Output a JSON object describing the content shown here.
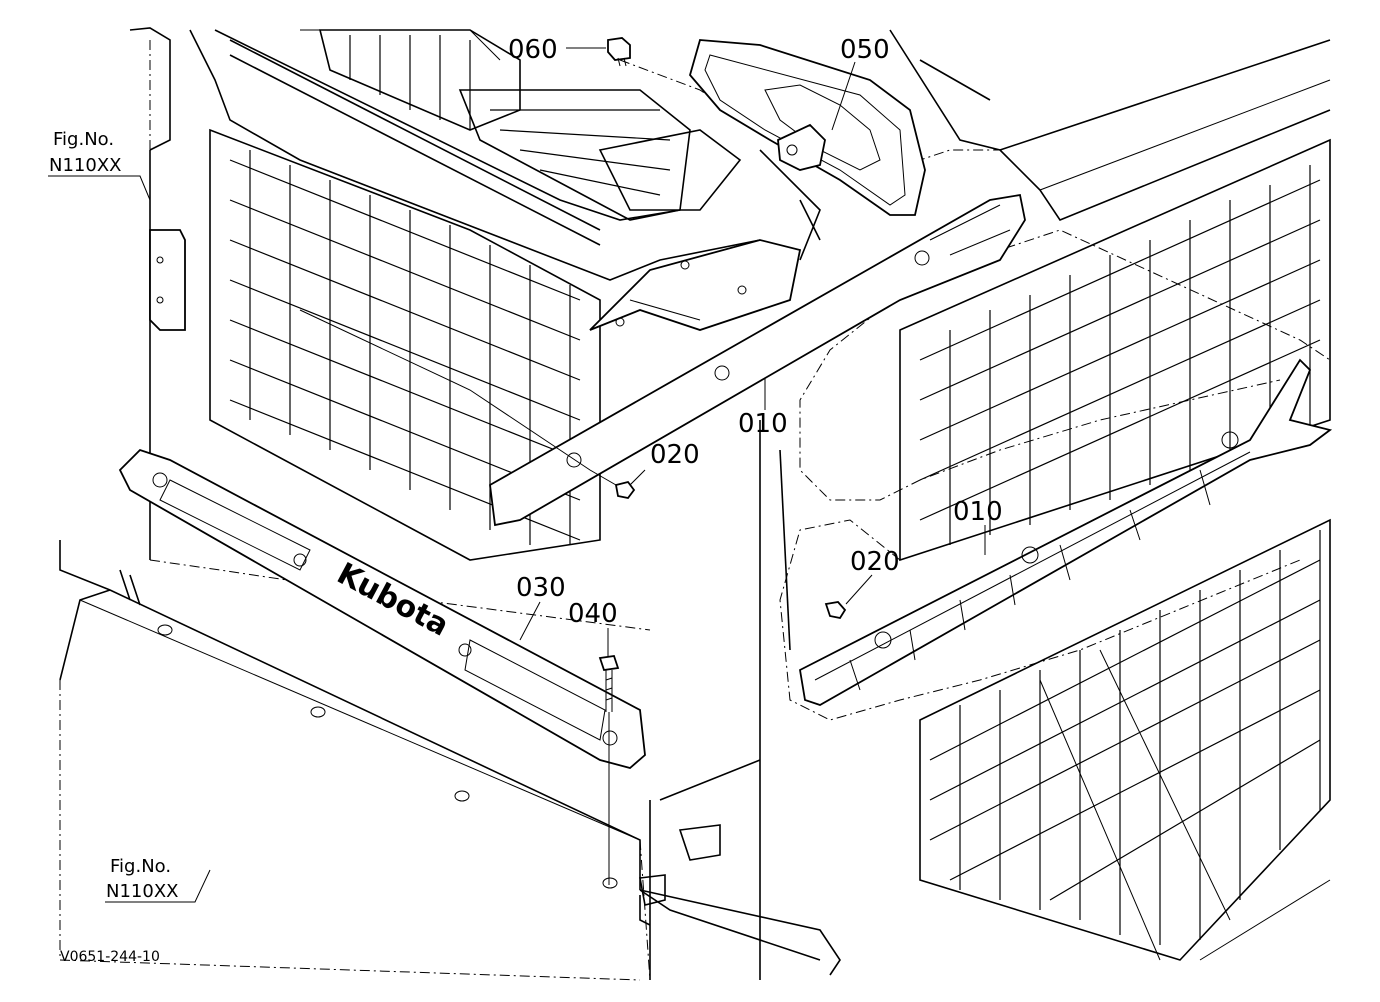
{
  "labels": {
    "p060": "060",
    "p050": "050",
    "p010_a": "010",
    "p020_a": "020",
    "p010_b": "010",
    "p020_b": "020",
    "p030": "030",
    "p040": "040"
  },
  "fig_refs": [
    {
      "line1": "Fig.No.",
      "line2": "N110XX"
    },
    {
      "line1": "Fig.No.",
      "line2": "N110XX"
    }
  ],
  "brand_text": "Kubota",
  "drawing_code": "V0651-244-10"
}
